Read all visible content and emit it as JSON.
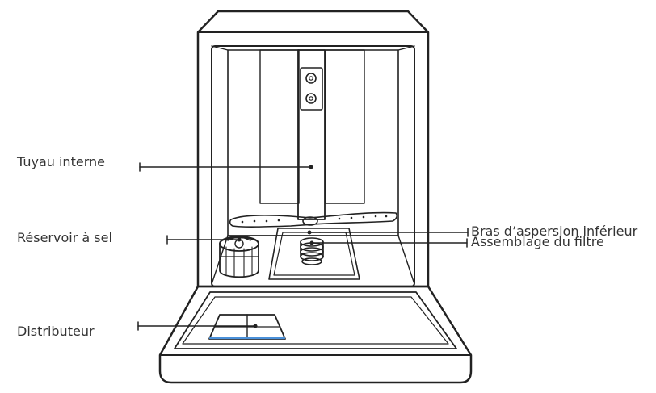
{
  "labels": {
    "inner_pipe": "Tuyau interne",
    "salt_reservoir": "Réservoir à sel",
    "dispenser": "Distributeur",
    "lower_spray_arm": "Bras d’aspersion inférieur",
    "filter_assembly": "Assemblage du filtre"
  },
  "colors": {
    "stroke": "#222222",
    "text": "#333333",
    "dispenser_accent": "#4a90d9",
    "shade": "#eeeeee"
  }
}
